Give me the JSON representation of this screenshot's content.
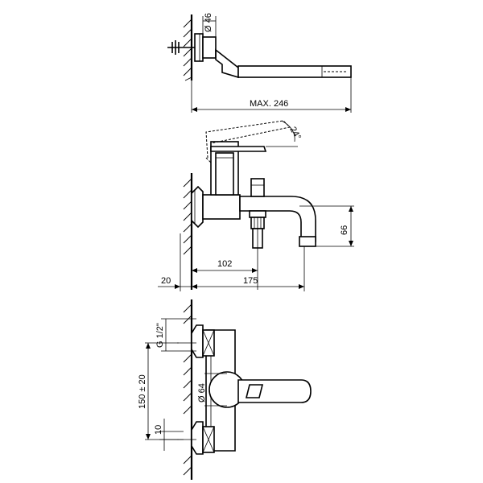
{
  "dimensions": {
    "top_view_diameter": "Ø 46",
    "top_view_max_length": "MAX. 246",
    "side_handle_angle": "24°",
    "side_spout_height": "66",
    "side_diverter_offset": "102",
    "side_wall_offset": "20",
    "side_total_projection": "175",
    "front_thread": "G 1/2\"",
    "front_center_distance": "150 ± 20",
    "front_body_diameter": "Ø 64",
    "front_eccentric": "10"
  }
}
